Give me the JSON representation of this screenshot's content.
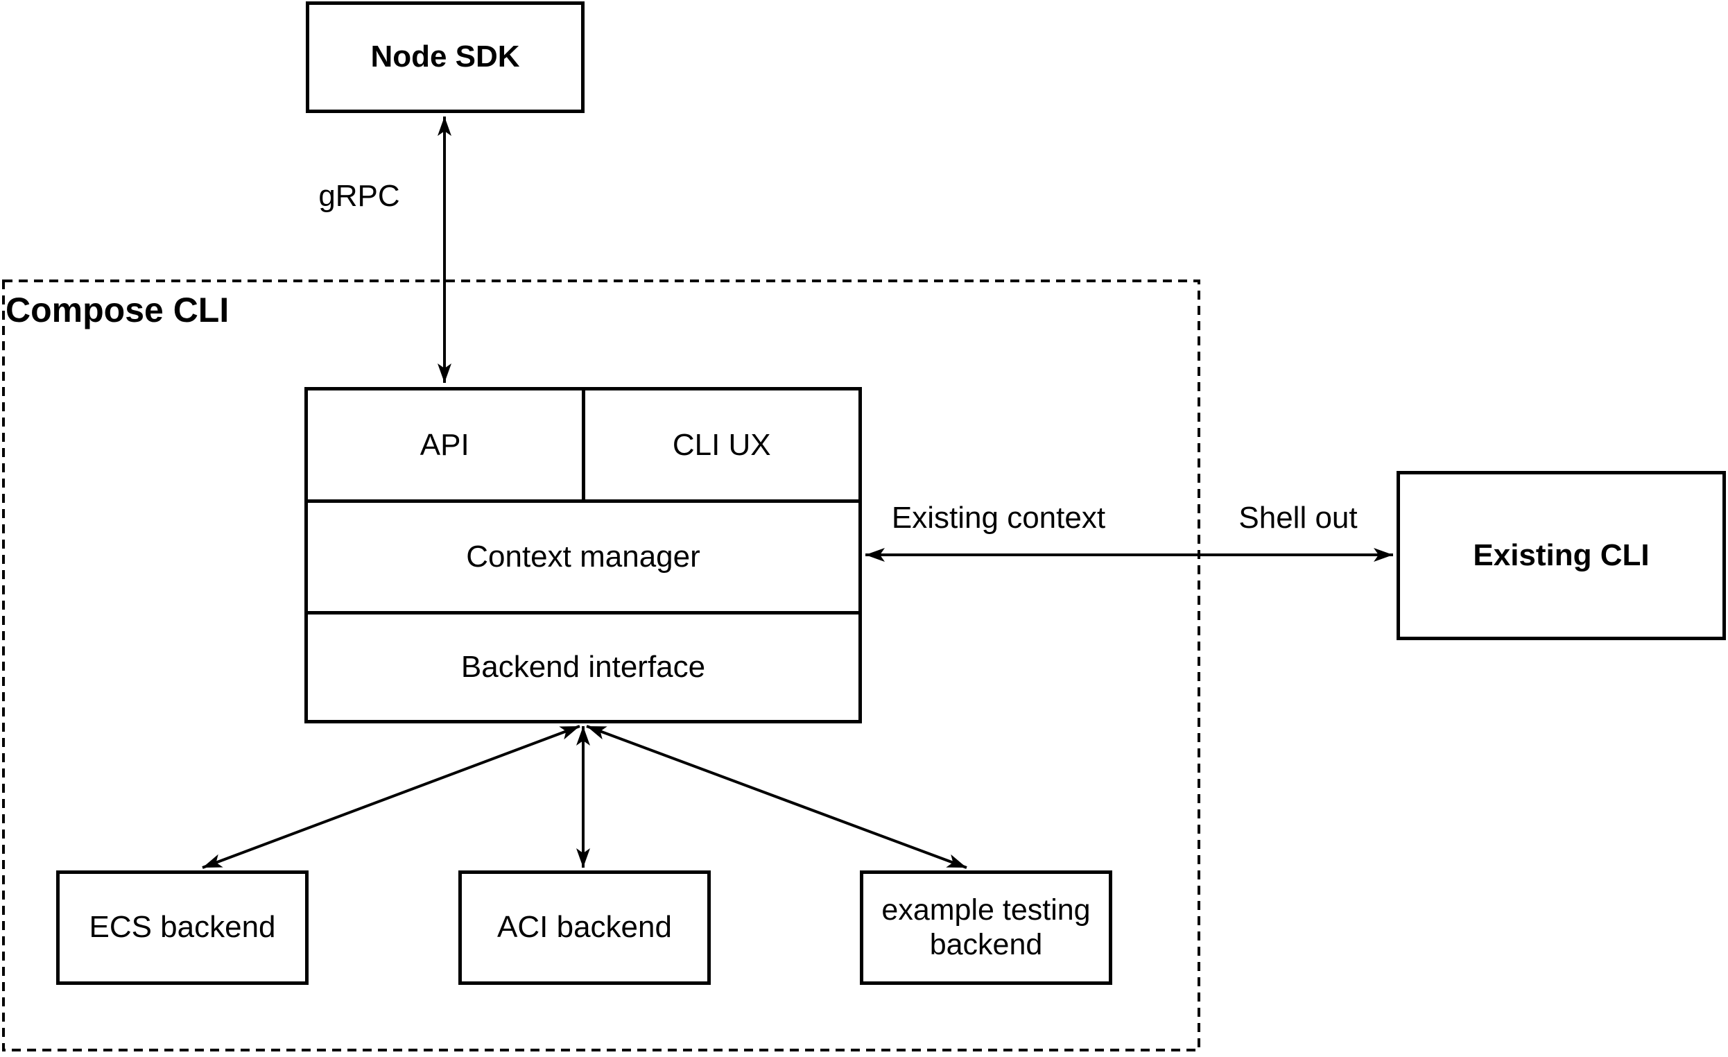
{
  "diagram": {
    "container_label": "Compose CLI",
    "nodes": {
      "node_sdk": {
        "label": "Node SDK"
      },
      "stack": {
        "api": "API",
        "cli_ux": "CLI UX",
        "context_manager": "Context manager",
        "backend_interface": "Backend interface"
      },
      "existing_cli": {
        "label": "Existing CLI"
      },
      "ecs_backend": {
        "label": "ECS backend"
      },
      "aci_backend": {
        "label": "ACI backend"
      },
      "example_backend": {
        "line1": "example testing",
        "line2": "backend"
      }
    },
    "edges": {
      "grpc_label": "gRPC",
      "existing_context_label": "Existing context",
      "shell_out_label": "Shell out"
    },
    "colors": {
      "stroke": "#000000",
      "background": "#ffffff"
    }
  }
}
